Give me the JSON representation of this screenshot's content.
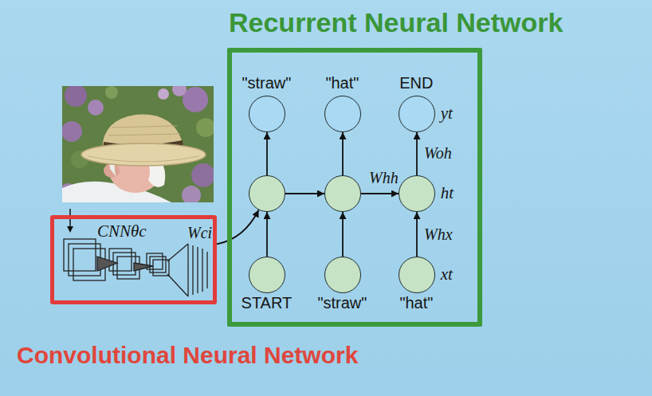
{
  "diagram": {
    "nodes": [
      {
        "text": [
          "Recurrent Neural Network"
        ]
      },
      {
        "text": [
          "CNNθc",
          "Convolutional Neural Network"
        ]
      },
      {
        "text": [
          "\"straw\""
        ],
        "in": 0
      },
      {
        "text": [
          "\"hat\""
        ],
        "in": 0
      },
      {
        "text": [
          "END",
          "yt"
        ],
        "in": 0
      },
      {
        "text": [],
        "in": 0
      },
      {
        "text": [],
        "in": 0
      },
      {
        "text": [
          "ht"
        ],
        "in": 0
      },
      {
        "text": [
          "START"
        ],
        "in": 0
      },
      {
        "text": [
          "\"straw\""
        ],
        "in": 0
      },
      {
        "text": [
          "\"hat\"",
          "xt"
        ],
        "in": 0
      }
    ],
    "edges": [
      {
        "from": 8,
        "to": 5,
        "arrow": "to"
      },
      {
        "from": 9,
        "to": 6,
        "arrow": "to"
      },
      {
        "from": 10,
        "to": 7,
        "arrow": "to",
        "label": "Whx"
      },
      {
        "from": 5,
        "to": 2,
        "arrow": "to"
      },
      {
        "from": 6,
        "to": 3,
        "arrow": "to"
      },
      {
        "from": 7,
        "to": 4,
        "arrow": "to",
        "label": "Woh"
      },
      {
        "from": 5,
        "to": 6,
        "arrow": "to"
      },
      {
        "from": 6,
        "to": 7,
        "arrow": "to",
        "label": "Whh"
      },
      {
        "from": 1,
        "to": 5,
        "arrow": "to",
        "label": "Wci"
      }
    ]
  }
}
